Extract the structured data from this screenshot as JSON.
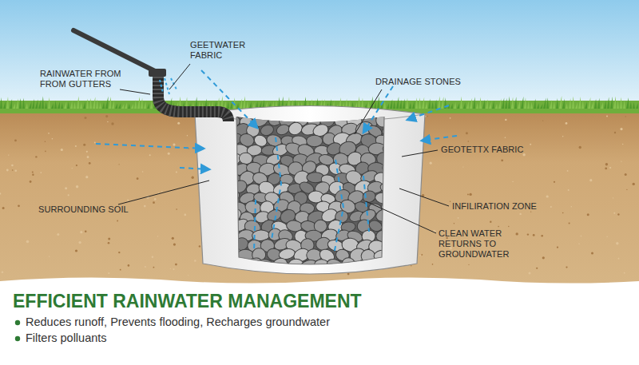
{
  "diagram": {
    "title": "EFFICIENT RAINWATER MANAGEMENT",
    "labels": [
      "RAINWATER FROM FROM GUTTERS",
      "GEETWATER FABRIC",
      "DRAINAGE STONES",
      "GEOTETTX FABRIC",
      "SURROUNDING SOIL",
      "INFILIRATION ZONE",
      "CLEAN WATER RETURNS TO GROUNDWATER",
      "Reduces runoff, Prevents flooding, Recharges groundwater",
      "Filters polluants"
    ]
  }
}
